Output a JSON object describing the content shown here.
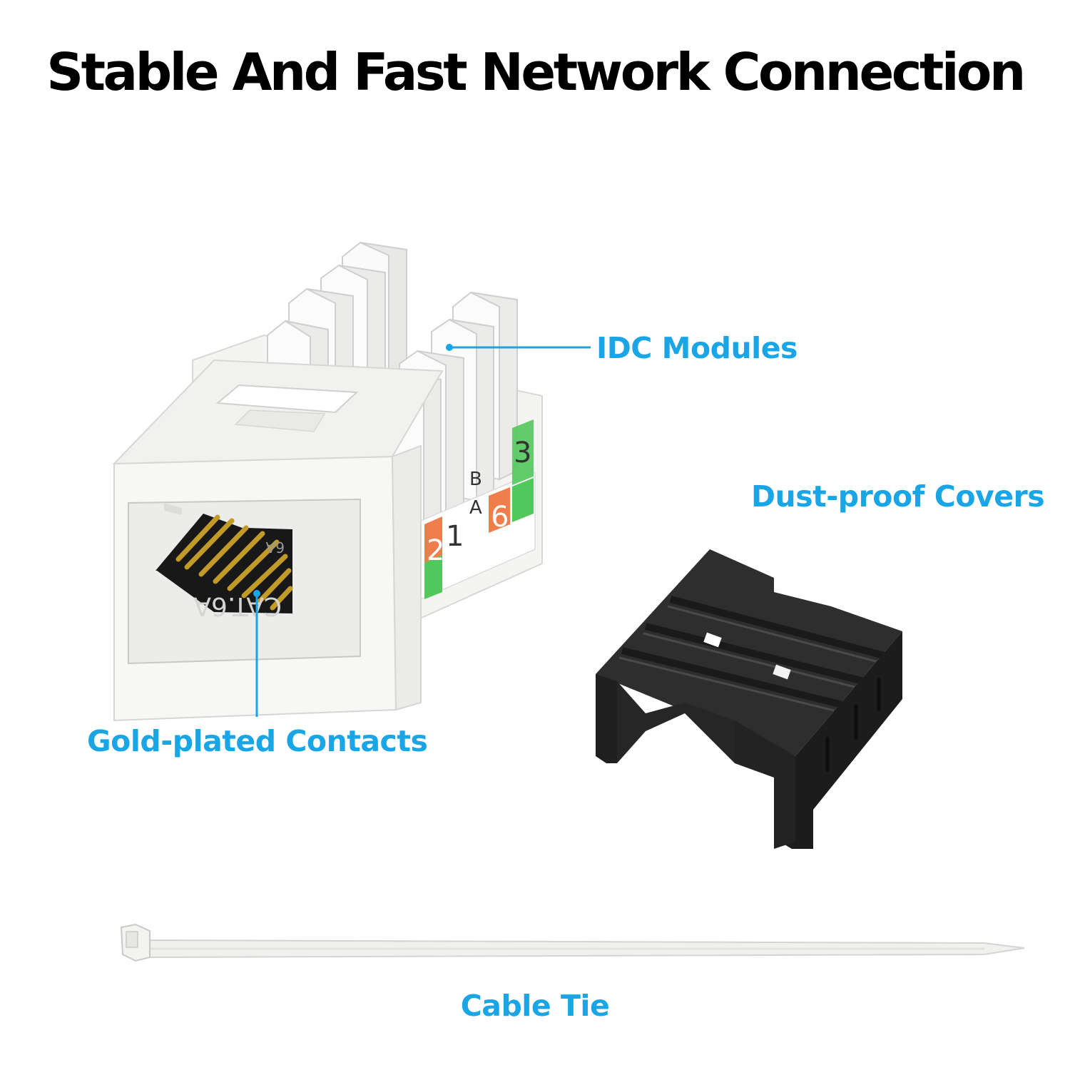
{
  "headline": "Stable And Fast Network Connection",
  "callouts": {
    "idc_modules": "IDC Modules",
    "dust_proof_covers": "Dust-proof Covers",
    "gold_plated_contacts": "Gold-plated Contacts",
    "cable_tie": "Cable Tie"
  },
  "jack_markings": {
    "pin_2": "2",
    "pin_1": "1",
    "letter_b": "B",
    "letter_a": "A",
    "pin_6": "6",
    "pin_3": "3",
    "face_code": "6A",
    "face_cat": "CAT.6A"
  },
  "colors": {
    "accent_blue": "#1aa5e6",
    "label_orange": "#f07e4c",
    "label_green": "#52c75b",
    "gold": "#c29a27",
    "cover_black": "#2b2b2b"
  }
}
